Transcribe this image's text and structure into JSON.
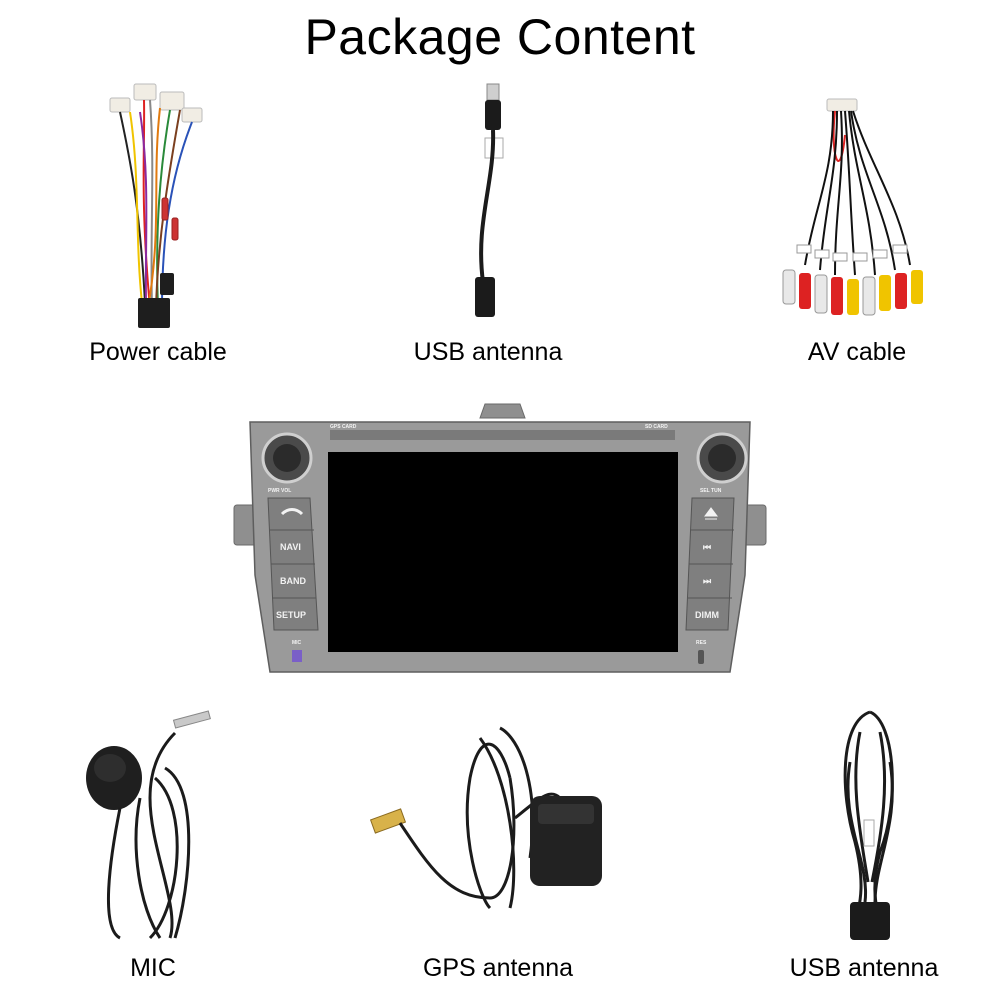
{
  "title": "Package Content",
  "items": {
    "power_cable": {
      "caption": "Power cable"
    },
    "usb_antenna_top": {
      "caption": "USB antenna"
    },
    "av_cable": {
      "caption": "AV cable"
    },
    "mic": {
      "caption": "MIC"
    },
    "gps_antenna": {
      "caption": "GPS antenna"
    },
    "usb_antenna_bottom": {
      "caption": "USB antenna"
    }
  },
  "head_unit": {
    "top_labels": {
      "gps_card": "GPS CARD",
      "sd_card": "SD CARD"
    },
    "knob_labels": {
      "left": "PWR  VOL",
      "right": "SEL  TUN"
    },
    "left_buttons": [
      "NAVI",
      "BAND",
      "SETUP"
    ],
    "right_buttons": [
      "DIMM"
    ],
    "mic_label": "MIC",
    "res_label": "RES"
  },
  "colors": {
    "unit_body": "#9a9a9a",
    "screen": "#000000",
    "cable": "#1a1a1a"
  }
}
